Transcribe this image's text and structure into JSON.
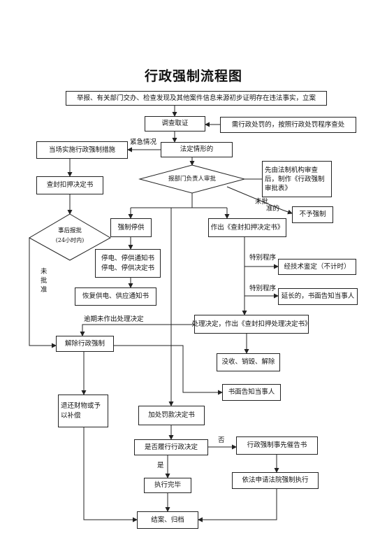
{
  "title": "行政强制流程图",
  "nodes": {
    "report": "举报、有关部门交办、检查发现及其他案件信息来源初步证明存在违法事实，立案",
    "investigate": "调查取证",
    "penalty_note": "需行政处罚的，按照行政处罚程序查处",
    "on_site": "当场实施行政强制措施",
    "statutory": "法定情形的",
    "approval": "报部门负责人审批",
    "legal_review": "先由法制机构审查后，制作《行政强制审批表》",
    "seal_decision": "查封扣押决定书",
    "post_approval_1": "事后报批",
    "post_approval_2": "(24小时内)",
    "stop_supply": "强制停供",
    "seal_book": "作出《查封扣押决定书》",
    "no_enforce": "不予强制",
    "stop_notice_1": "停电、停供通知书",
    "stop_notice_2": "停电、停供决定书",
    "tech_appraisal": "经技术鉴定（不计时）",
    "restore_supply": "恢复供电、供应通知书",
    "extend_notice": "延长的，书面告知当事人",
    "process_decision": "处理决定，作出《查封扣押处理决定书》",
    "release": "解除行政强制",
    "confiscate": "没收、销毁、解除",
    "written_notice": "书面告知当事人",
    "return_property": "退还财物或予以补偿",
    "add_fine": "加处罚款决定书",
    "perform_q": "是否履行行政决定",
    "reminder": "行政强制事先催告书",
    "done": "执行完毕",
    "court": "依法申请法院强制执行",
    "close_case": "结案、归档"
  },
  "labels": {
    "emergency": "紧急情况",
    "not_approved_top_1": "未批",
    "not_approved_top_2": "准的",
    "not_approved_left_1": "未",
    "not_approved_left_2": "批",
    "not_approved_left_3": "准",
    "special_1": "特别程序",
    "special_2": "特别程序",
    "overdue": "逾期未作出处理决定",
    "no": "否",
    "yes": "是"
  }
}
